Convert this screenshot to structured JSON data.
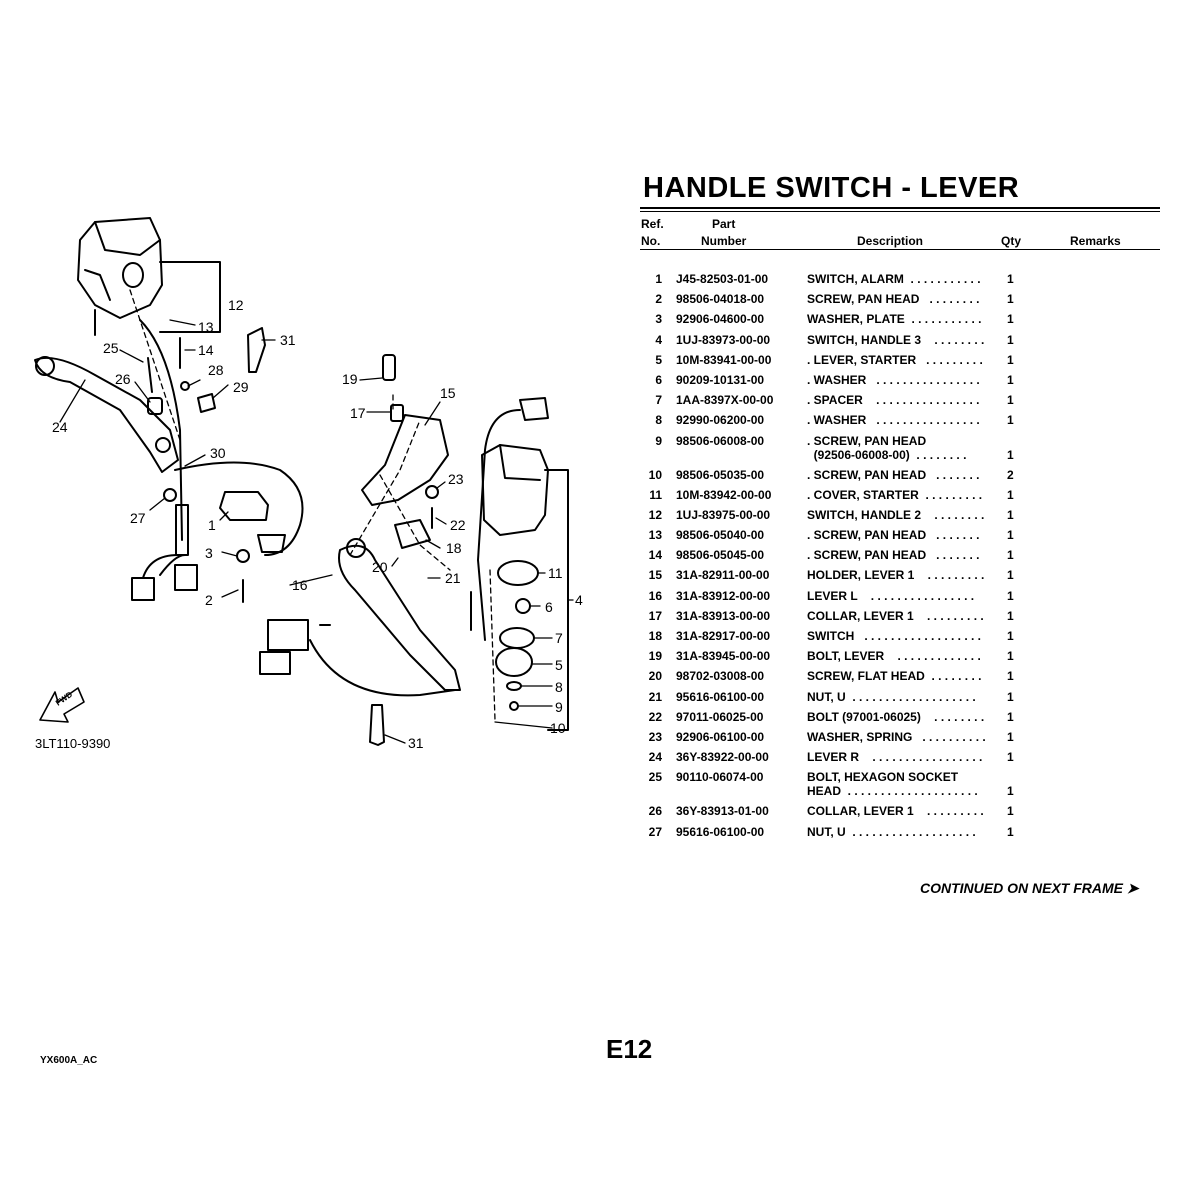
{
  "title": "HANDLE SWITCH - LEVER",
  "headers": {
    "ref_line1": "Ref.",
    "ref_line2": "No.",
    "part_line1": "Part",
    "part_line2": "Number",
    "description": "Description",
    "qty": "Qty",
    "remarks": "Remarks"
  },
  "parts": [
    {
      "ref": "1",
      "part": "J45-82503-01-00",
      "desc": "SWITCH, ALARM  . . . . . . . . . . .",
      "qty": "1"
    },
    {
      "ref": "2",
      "part": "98506-04018-00",
      "desc": "SCREW, PAN HEAD   . . . . . . . .",
      "qty": "1"
    },
    {
      "ref": "3",
      "part": "92906-04600-00",
      "desc": "WASHER, PLATE  . . . . . . . . . . .",
      "qty": "1"
    },
    {
      "ref": "4",
      "part": "1UJ-83973-00-00",
      "desc": "SWITCH, HANDLE 3    . . . . . . . .",
      "qty": "1"
    },
    {
      "ref": "5",
      "part": "10M-83941-00-00",
      "desc": ". LEVER, STARTER   . . . . . . . . .",
      "qty": "1"
    },
    {
      "ref": "6",
      "part": "90209-10131-00",
      "desc": ". WASHER   . . . . . . . . . . . . . . . .",
      "qty": "1"
    },
    {
      "ref": "7",
      "part": "1AA-8397X-00-00",
      "desc": ". SPACER    . . . . . . . . . . . . . . . .",
      "qty": "1"
    },
    {
      "ref": "8",
      "part": "92990-06200-00",
      "desc": ". WASHER   . . . . . . . . . . . . . . . .",
      "qty": "1"
    },
    {
      "ref": "9",
      "part": "98506-06008-00",
      "desc": ". SCREW, PAN HEAD\n  (92506-06008-00)  . . . . . . . .",
      "qty": "1",
      "tall": true
    },
    {
      "ref": "10",
      "part": "98506-05035-00",
      "desc": ". SCREW, PAN HEAD   . . . . . . .",
      "qty": "2"
    },
    {
      "ref": "11",
      "part": "10M-83942-00-00",
      "desc": ". COVER, STARTER  . . . . . . . . .",
      "qty": "1"
    },
    {
      "ref": "12",
      "part": "1UJ-83975-00-00",
      "desc": "SWITCH, HANDLE 2    . . . . . . . .",
      "qty": "1"
    },
    {
      "ref": "13",
      "part": "98506-05040-00",
      "desc": ". SCREW, PAN HEAD   . . . . . . .",
      "qty": "1"
    },
    {
      "ref": "14",
      "part": "98506-05045-00",
      "desc": ". SCREW, PAN HEAD   . . . . . . .",
      "qty": "1"
    },
    {
      "ref": "15",
      "part": "31A-82911-00-00",
      "desc": "HOLDER, LEVER 1    . . . . . . . . .",
      "qty": "1"
    },
    {
      "ref": "16",
      "part": "31A-83912-00-00",
      "desc": "LEVER L    . . . . . . . . . . . . . . . .",
      "qty": "1"
    },
    {
      "ref": "17",
      "part": "31A-83913-00-00",
      "desc": "COLLAR, LEVER 1    . . . . . . . . .",
      "qty": "1"
    },
    {
      "ref": "18",
      "part": "31A-82917-00-00",
      "desc": "SWITCH   . . . . . . . . . . . . . . . . . .",
      "qty": "1"
    },
    {
      "ref": "19",
      "part": "31A-83945-00-00",
      "desc": "BOLT, LEVER    . . . . . . . . . . . . .",
      "qty": "1"
    },
    {
      "ref": "20",
      "part": "98702-03008-00",
      "desc": "SCREW, FLAT HEAD  . . . . . . . .",
      "qty": "1"
    },
    {
      "ref": "21",
      "part": "95616-06100-00",
      "desc": "NUT, U  . . . . . . . . . . . . . . . . . . .",
      "qty": "1"
    },
    {
      "ref": "22",
      "part": "97011-06025-00",
      "desc": "BOLT (97001-06025)    . . . . . . . .",
      "qty": "1"
    },
    {
      "ref": "23",
      "part": "92906-06100-00",
      "desc": "WASHER, SPRING   . . . . . . . . . .",
      "qty": "1"
    },
    {
      "ref": "24",
      "part": "36Y-83922-00-00",
      "desc": "LEVER R    . . . . . . . . . . . . . . . . .",
      "qty": "1"
    },
    {
      "ref": "25",
      "part": "90110-06074-00",
      "desc": "BOLT, HEXAGON SOCKET\nHEAD  . . . . . . . . . . . . . . . . . . . .",
      "qty": "1",
      "tall": true
    },
    {
      "ref": "26",
      "part": "36Y-83913-01-00",
      "desc": "COLLAR, LEVER 1    . . . . . . . . .",
      "qty": "1"
    },
    {
      "ref": "27",
      "part": "95616-06100-00",
      "desc": "NUT, U  . . . . . . . . . . . . . . . . . . .",
      "qty": "1"
    }
  ],
  "continued": "CONTINUED ON NEXT FRAME ➤",
  "page_number": "E12",
  "footer_code": "YX600A_AC",
  "diagram": {
    "code": "3LT110-9390",
    "fwd": "FWD",
    "labels": [
      "1",
      "2",
      "3",
      "4",
      "5",
      "6",
      "7",
      "8",
      "9",
      "10",
      "11",
      "12",
      "13",
      "14",
      "15",
      "16",
      "17",
      "18",
      "19",
      "20",
      "21",
      "22",
      "23",
      "24",
      "25",
      "26",
      "27",
      "28",
      "29",
      "30",
      "31",
      "31"
    ]
  }
}
